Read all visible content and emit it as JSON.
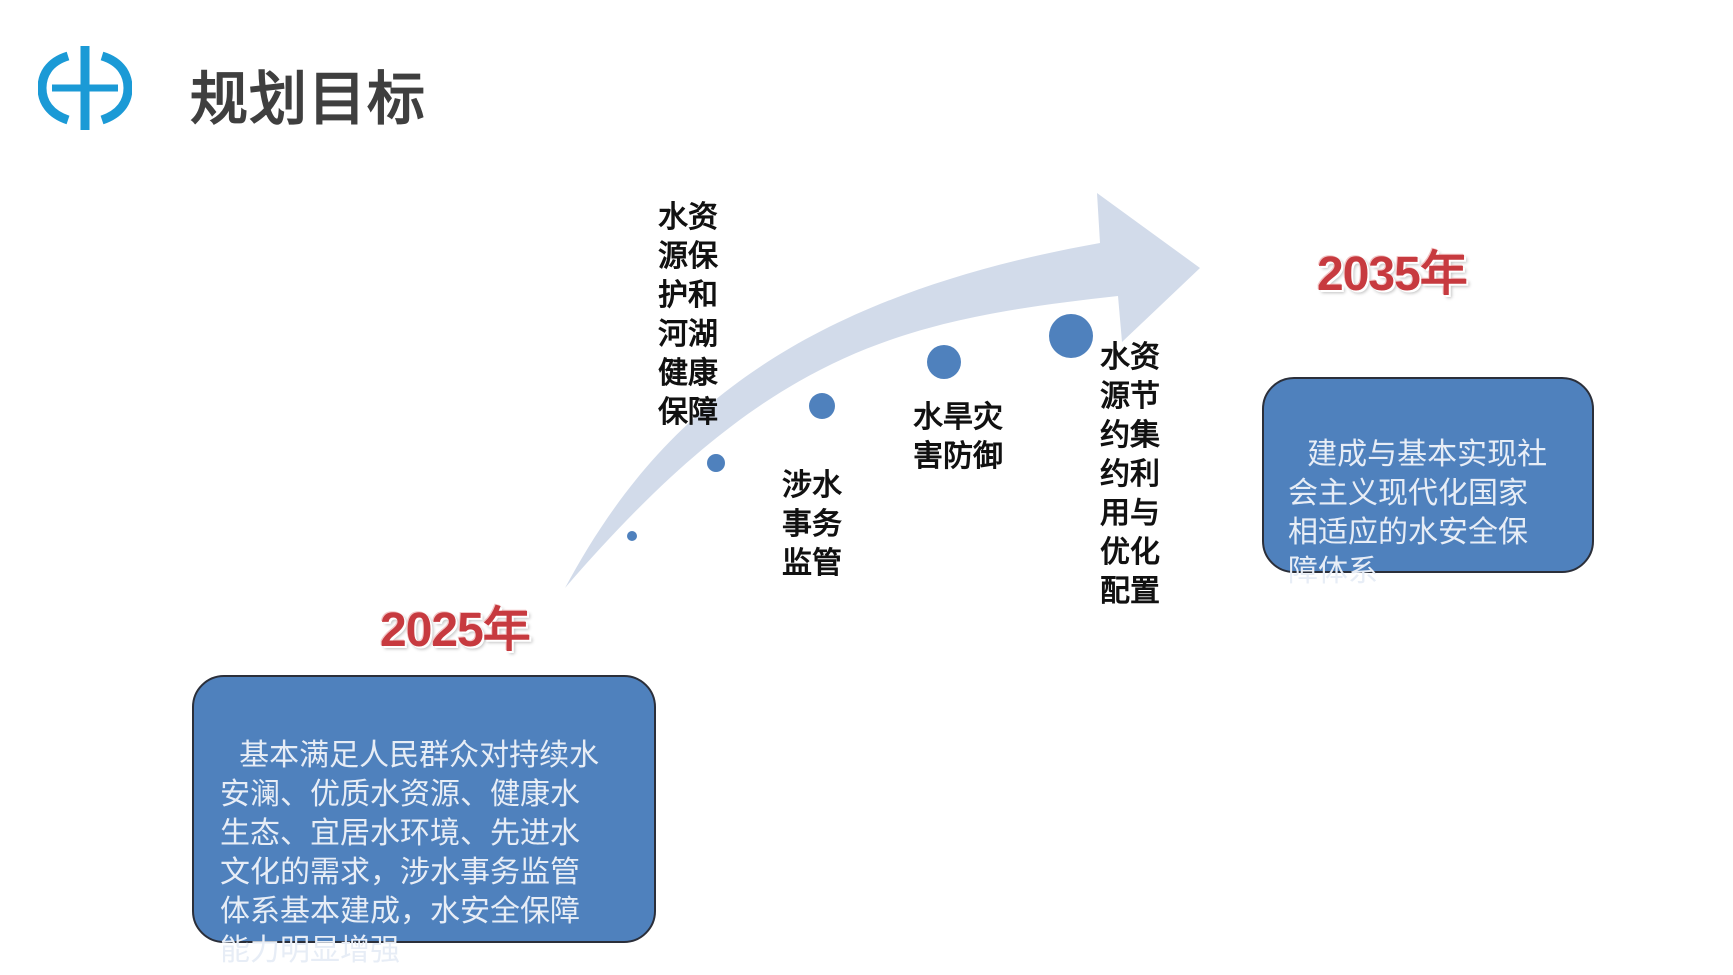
{
  "header": {
    "title": "规划目标",
    "logo_icon": "water-logo-icon",
    "logo_color": "#1b9ad6"
  },
  "arrow": {
    "color": "#d2dbea"
  },
  "dot_color": "#4f81bd",
  "milestones": [
    {
      "label": "水资\n源保\n护和\n河湖\n健康\n保障"
    },
    {
      "label": "涉水\n事务\n监管"
    },
    {
      "label": "水旱灾\n害防御"
    },
    {
      "label": "水资\n源节\n约集\n约利\n用与\n优化\n配置"
    }
  ],
  "targets": [
    {
      "year": "2025年",
      "text": "基本满足人民群众对持续水\n安澜、优质水资源、健康水\n生态、宜居水环境、先进水\n文化的需求，涉水事务监管\n体系基本建成，水安全保障\n能力明显增强"
    },
    {
      "year": "2035年",
      "text": "建成与基本实现社\n会主义现代化国家\n相适应的水安全保\n障体系"
    }
  ],
  "colors": {
    "year": "#c73a3f",
    "box_fill": "#4f81bd",
    "box_text": "#e7edf6"
  }
}
